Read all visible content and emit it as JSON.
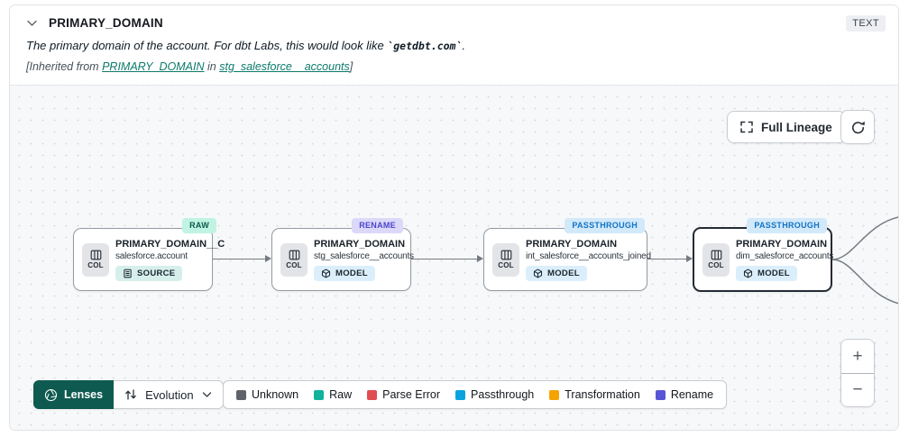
{
  "header": {
    "title": "PRIMARY_DOMAIN",
    "type_badge": "TEXT",
    "description": {
      "prefix": "The primary domain of the account. For dbt Labs, this would look like ",
      "code": "`getdbt.com`",
      "suffix": "."
    },
    "inherited": {
      "prefix": "[Inherited from ",
      "column_link": "PRIMARY_DOMAIN",
      "middle": " in ",
      "model_link": "stg_salesforce__accounts",
      "suffix": "]"
    }
  },
  "canvas": {
    "full_lineage_label": "Full Lineage",
    "zoom_in": "+",
    "zoom_out": "−"
  },
  "nodes": [
    {
      "evolution_badge": "RAW",
      "col_label": "COL",
      "title": "PRIMARY_DOMAIN__C",
      "subtitle": "salesforce.account",
      "resource_type": "SOURCE"
    },
    {
      "evolution_badge": "RENAME",
      "col_label": "COL",
      "title": "PRIMARY_DOMAIN",
      "subtitle": "stg_salesforce__accounts",
      "resource_type": "MODEL"
    },
    {
      "evolution_badge": "PASSTHROUGH",
      "col_label": "COL",
      "title": "PRIMARY_DOMAIN",
      "subtitle": "int_salesforce__accounts_joined",
      "resource_type": "MODEL"
    },
    {
      "evolution_badge": "PASSTHROUGH",
      "col_label": "COL",
      "title": "PRIMARY_DOMAIN",
      "subtitle": "dim_salesforce_accounts",
      "resource_type": "MODEL"
    }
  ],
  "lenses": {
    "button_label": "Lenses",
    "selected_lens": "Evolution"
  },
  "legend": [
    {
      "label": "Unknown",
      "color": "#5f6269"
    },
    {
      "label": "Raw",
      "color": "#13b29b"
    },
    {
      "label": "Parse Error",
      "color": "#e14b52"
    },
    {
      "label": "Passthrough",
      "color": "#0aa3dd"
    },
    {
      "label": "Transformation",
      "color": "#f4a300"
    },
    {
      "label": "Rename",
      "color": "#5a55d6"
    }
  ],
  "colors": {
    "lenses_button_green": "#0f5a50",
    "link_teal": "#0c7a6b",
    "raw_badge_bg": "#c0f3e1",
    "rename_badge_bg": "#dcd8fa",
    "passthrough_badge_bg": "#d2e9fa",
    "canvas_bg": "#f7f8f9"
  }
}
